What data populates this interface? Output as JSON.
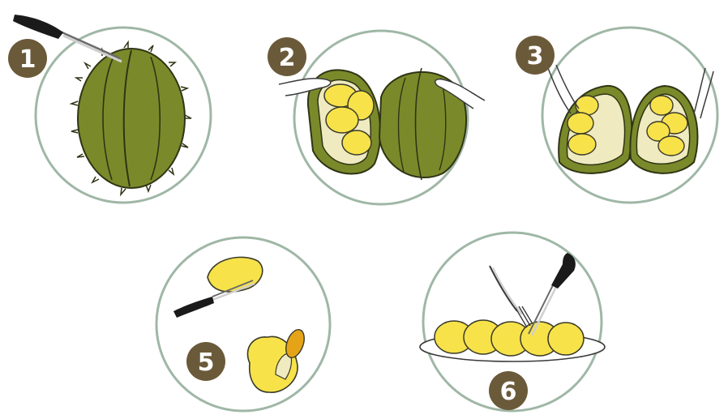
{
  "steps": [
    {
      "number": "1",
      "icon": "knife-on-durian-icon"
    },
    {
      "number": "2",
      "icon": "hands-splitting-durian-icon"
    },
    {
      "number": "3",
      "icon": "hands-opening-halves-icon"
    },
    {
      "number": "5",
      "icon": "knife-removing-seed-icon"
    },
    {
      "number": "6",
      "icon": "fork-and-knife-on-plate-icon"
    }
  ],
  "colors": {
    "circle_ring": "#9fb7a6",
    "badge": "#6b5a3a",
    "husk": "#7a8a2a",
    "husk_dark": "#4e5a15",
    "pulp": "#f7e24a",
    "pulp_outline": "#3a3a2a",
    "seed": "#e5a418",
    "inner_rind": "#efeac0"
  }
}
